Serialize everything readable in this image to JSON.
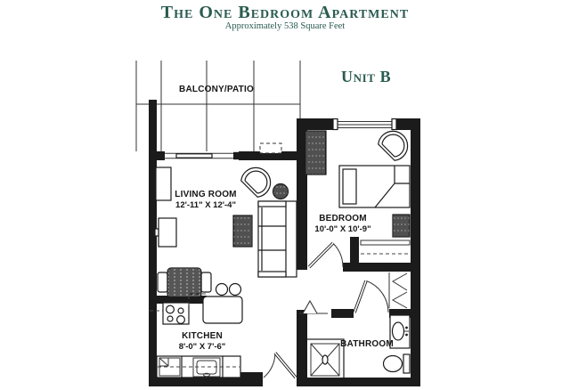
{
  "header": {
    "title": "The One Bedroom Apartment",
    "subtitle": "Approximately 538 Square Feet",
    "unit_label": "Unit B"
  },
  "rooms": {
    "balcony": {
      "label": "BALCONY/PATIO"
    },
    "living_room": {
      "label": "LIVING ROOM",
      "dimensions": "12'-11\" X 12'-4\""
    },
    "bedroom": {
      "label": "BEDROOM",
      "dimensions": "10'-0\" X 10'-9\""
    },
    "kitchen": {
      "label": "KITCHEN",
      "dimensions": "8'-0\" X 7'-6\""
    },
    "bathroom": {
      "label": "BATHROOM"
    }
  },
  "furniture_icons": [
    "sofa-icon",
    "tub-chair-icon",
    "round-side-table-icon",
    "coffee-table-icon",
    "bookcase-icon",
    "tv-stand-icon",
    "dining-table-icon",
    "dining-chair-icon",
    "bar-stool-icon",
    "range-stove-icon",
    "kitchen-sink-icon",
    "refrigerator-icon",
    "bed-icon",
    "dresser-icon",
    "closet-shelf-icon",
    "bifold-door-icon",
    "shower-icon",
    "bathroom-sink-icon",
    "toilet-icon",
    "door-swing-icon",
    "window-icon",
    "sliding-door-icon",
    "balcony-railing-icon"
  ],
  "colors": {
    "accent_green": "#2a5b50",
    "line": "#1b1b1b",
    "background": "#ffffff"
  }
}
